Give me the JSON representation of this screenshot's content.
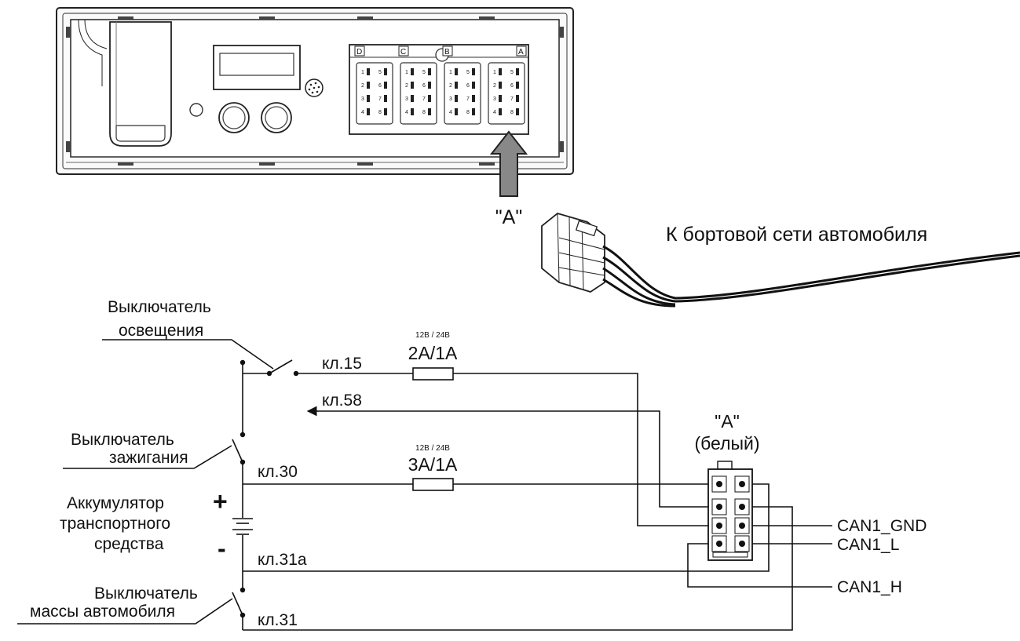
{
  "device": {
    "connector_letters": [
      "D",
      "C",
      "B",
      "A"
    ],
    "pin_numbers": [
      "1",
      "2",
      "3",
      "4",
      "5",
      "6",
      "7",
      "8"
    ],
    "view_arrow_label": "\"A\""
  },
  "harness": {
    "label": "К бортовой сети автомобиля"
  },
  "schematic": {
    "lighting_switch": [
      "Выключатель",
      "освещения"
    ],
    "ignition_switch": [
      "Выключатель",
      "зажигания"
    ],
    "battery": [
      "Аккумулятор",
      "транспортного",
      "средства"
    ],
    "battery_plus": "+",
    "battery_minus": "-",
    "mass_switch": [
      "Выключатель",
      "массы автомобиля"
    ],
    "terminals": {
      "t15": "кл.15",
      "t58": "кл.58",
      "t30": "кл.30",
      "t31a": "кл.31а",
      "t31": "кл.31"
    },
    "fuse1": {
      "voltage": "12В / 24В",
      "rating": "2А/1А"
    },
    "fuse2": {
      "voltage": "12В / 24В",
      "rating": "3А/1А"
    },
    "connector": {
      "title": "\"A\"",
      "subtitle": "(белый)"
    },
    "can_lines": [
      "CAN1_GND",
      "CAN1_L",
      "CAN1_H"
    ]
  }
}
